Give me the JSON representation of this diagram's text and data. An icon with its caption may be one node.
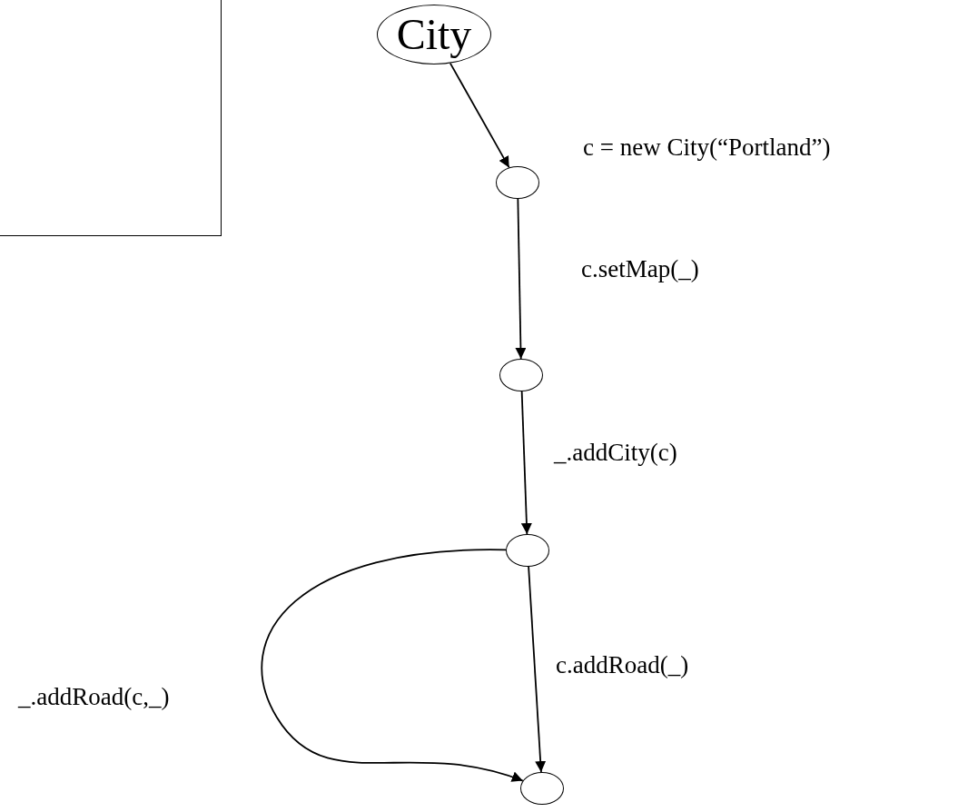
{
  "diagram": {
    "nodes": [
      {
        "text": [
          "City"
        ]
      },
      {
        "text": [],
        "shape": "circle"
      },
      {
        "text": [],
        "shape": "circle"
      },
      {
        "text": [],
        "shape": "circle"
      },
      {
        "text": [],
        "shape": "circle"
      }
    ],
    "edges": [
      {
        "from": 0,
        "to": 1,
        "arrow": "to",
        "label": "c = new City(“Portland”)"
      },
      {
        "from": 1,
        "to": 2,
        "arrow": "to",
        "label": "c.setMap(_)"
      },
      {
        "from": 2,
        "to": 3,
        "arrow": "to",
        "label": "_.addCity(c)"
      },
      {
        "from": 3,
        "to": 4,
        "arrow": "to",
        "label": "c.addRoad(_)"
      },
      {
        "from": 3,
        "to": 4,
        "arrow": "to",
        "label": "_.addRoad(c,_)"
      }
    ]
  }
}
